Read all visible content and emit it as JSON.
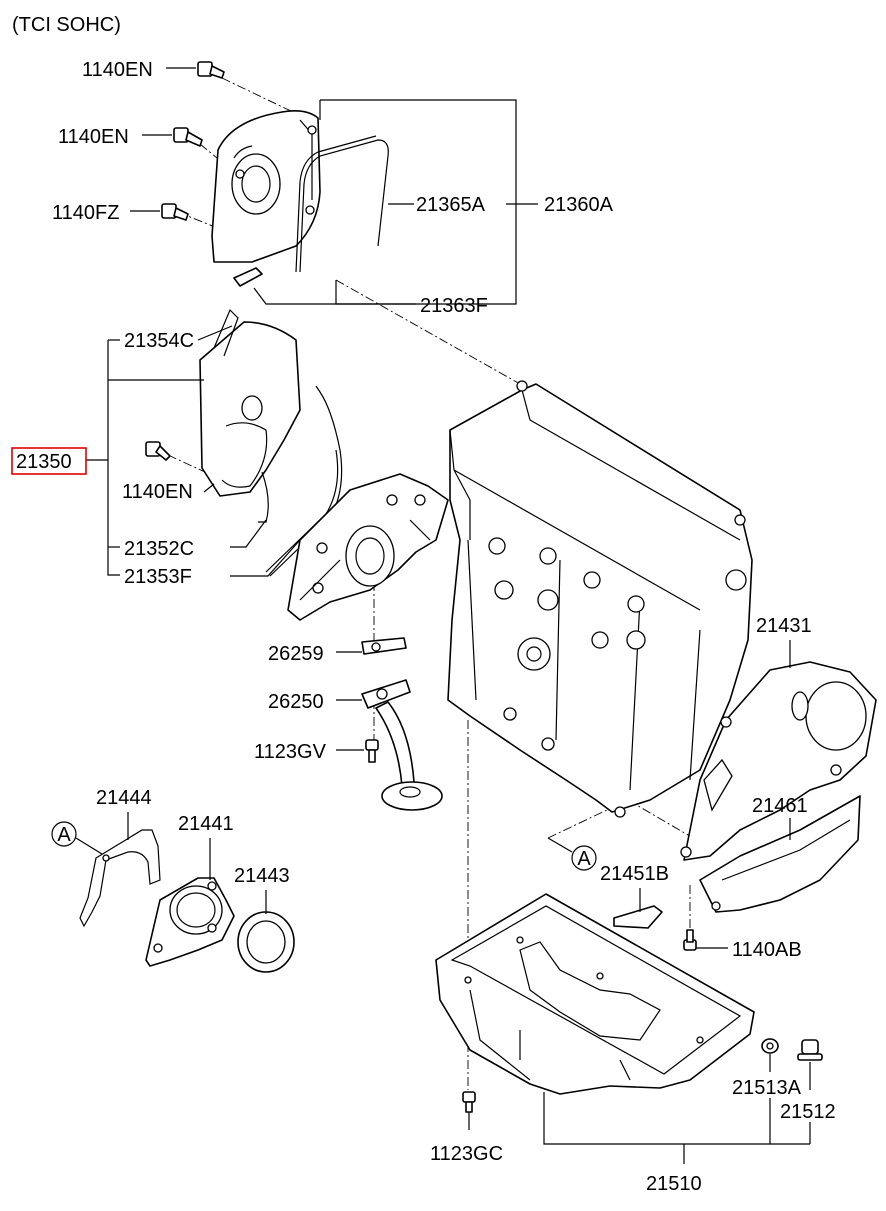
{
  "header": {
    "variant": "(TCI SOHC)"
  },
  "labels": {
    "p1140EN_a": "1140EN",
    "p1140EN_b": "1140EN",
    "p1140FZ": "1140FZ",
    "p21365A": "21365A",
    "p21360A": "21360A",
    "p21363F": "21363F",
    "p21354C": "21354C",
    "p21350": "21350",
    "p1140EN_c": "1140EN",
    "p21352C": "21352C",
    "p21353F": "21353F",
    "p26259": "26259",
    "p26250": "26250",
    "p1123GV": "1123GV",
    "p21431": "21431",
    "p21444": "21444",
    "p21441": "21441",
    "p21443": "21443",
    "p21461": "21461",
    "p21451B": "21451B",
    "p1140AB": "1140AB",
    "p21513A": "21513A",
    "p21512": "21512",
    "p1123GC": "1123GC",
    "p21510": "21510"
  },
  "callouts": {
    "ref_a_left": "A",
    "ref_a_center": "A"
  },
  "colors": {
    "highlight": "#e00000",
    "line": "#000000",
    "background": "#ffffff"
  }
}
